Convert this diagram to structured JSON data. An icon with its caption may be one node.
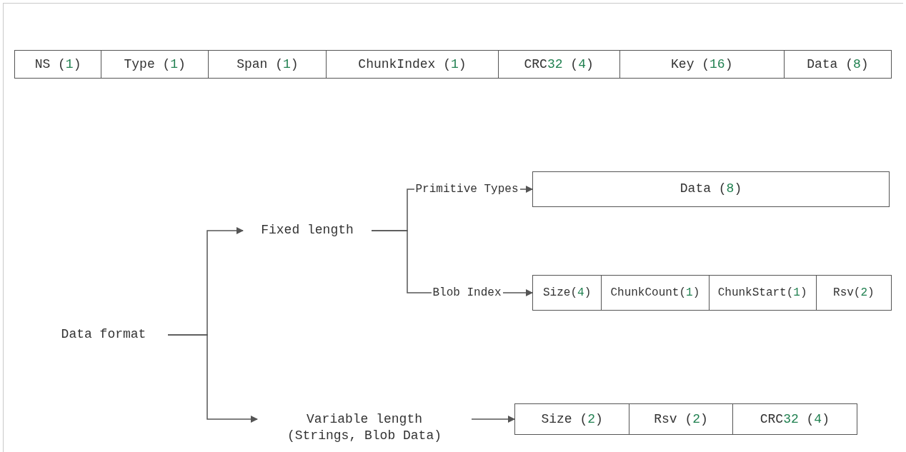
{
  "diagram": {
    "nodes": [
      {
        "text": [],
        "shape": "box"
      },
      {
        "text": [
          "NS (1)"
        ],
        "in": 0
      },
      {
        "text": [
          "Type (1)"
        ],
        "in": 0
      },
      {
        "text": [
          "Span (1)"
        ],
        "in": 0
      },
      {
        "text": [
          "ChunkIndex (1)"
        ],
        "in": 0
      },
      {
        "text": [
          "CRC32 (4)"
        ],
        "in": 0
      },
      {
        "text": [
          "Key (16)"
        ],
        "in": 0
      },
      {
        "text": [
          "Data (8)"
        ],
        "in": 0
      },
      {
        "text": [
          "Data format"
        ]
      },
      {
        "text": [
          "Fixed length"
        ]
      },
      {
        "text": [
          "Variable length",
          "(Strings, Blob Data)"
        ]
      },
      {
        "text": [
          "Data (8)"
        ]
      },
      {
        "text": [],
        "shape": "box"
      },
      {
        "text": [
          "Size(4)"
        ],
        "in": 12
      },
      {
        "text": [
          "ChunkCount(1)"
        ],
        "in": 12
      },
      {
        "text": [
          "ChunkStart(1)"
        ],
        "in": 12
      },
      {
        "text": [
          "Rsv(2)"
        ],
        "in": 12
      },
      {
        "text": [],
        "shape": "box"
      },
      {
        "text": [
          "Size (2)"
        ],
        "in": 17
      },
      {
        "text": [
          "Rsv (2)"
        ],
        "in": 17
      },
      {
        "text": [
          "CRC32 (4)"
        ],
        "in": 17
      }
    ],
    "edges": [
      {
        "from": 8,
        "to": 9,
        "arrow": "to"
      },
      {
        "from": 8,
        "to": 10,
        "arrow": "to"
      },
      {
        "from": 9,
        "to": 11,
        "arrow": "to",
        "label": "Primitive Types"
      },
      {
        "from": 9,
        "to": 12,
        "arrow": "to",
        "label": "Blob Index"
      },
      {
        "from": 10,
        "to": 17,
        "arrow": "to"
      }
    ]
  }
}
